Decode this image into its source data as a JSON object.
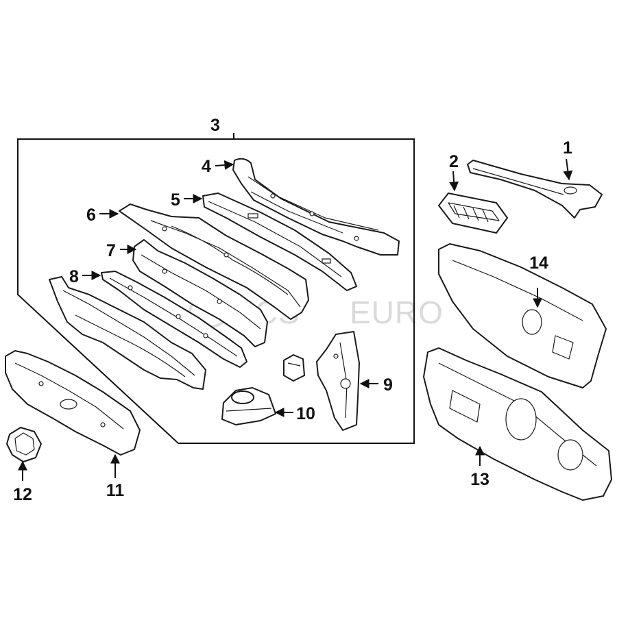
{
  "callouts": [
    {
      "id": "1",
      "label": "1"
    },
    {
      "id": "2",
      "label": "2"
    },
    {
      "id": "3",
      "label": "3"
    },
    {
      "id": "4",
      "label": "4"
    },
    {
      "id": "5",
      "label": "5"
    },
    {
      "id": "6",
      "label": "6"
    },
    {
      "id": "7",
      "label": "7"
    },
    {
      "id": "8",
      "label": "8"
    },
    {
      "id": "9",
      "label": "9"
    },
    {
      "id": "10",
      "label": "10"
    },
    {
      "id": "11",
      "label": "11"
    },
    {
      "id": "12",
      "label": "12"
    },
    {
      "id": "13",
      "label": "13"
    },
    {
      "id": "14",
      "label": "14"
    }
  ],
  "watermark": {
    "brand": "ECS",
    "suffix": "EURO"
  },
  "colors": {
    "line": "#1a1a1a",
    "background": "#ffffff",
    "watermark": "#bdbdbd"
  }
}
